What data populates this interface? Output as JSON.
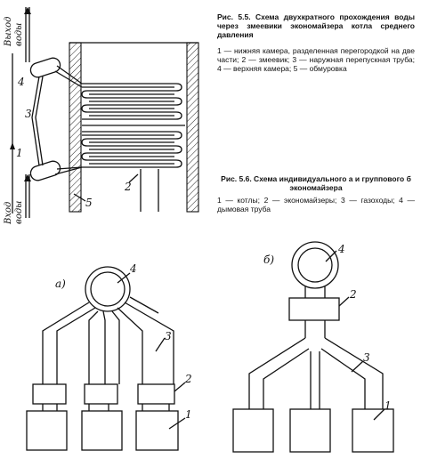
{
  "fig55": {
    "title": "Рис. 5.5. Схема двухкратного прохождения воды через змеевики экономайзера котла среднего давления",
    "legend": "1 — нижняя камера, разделенная перегородкой на две части; 2 — змеевик; 3 — наружная перепускная труба; 4 — верхняя камера; 5 — обмуровка",
    "labels": {
      "outlet_a": "Выход",
      "outlet_b": "воды",
      "inlet_a": "Вход",
      "inlet_b": "воды",
      "n1": "1",
      "n2": "2",
      "n3": "3",
      "n4": "4",
      "n5": "5"
    }
  },
  "fig56": {
    "title": "Рис. 5.6. Схема индивидуального а и группового б экономайзера",
    "legend": "1 — котлы; 2 — экономайзеры; 3 — газоходы; 4 — дымовая труба",
    "a": {
      "tag": "а)",
      "n1": "1",
      "n2": "2",
      "n3": "3",
      "n4": "4"
    },
    "b": {
      "tag": "б)",
      "n1": "1",
      "n2": "2",
      "n3": "3",
      "n4": "4"
    }
  }
}
